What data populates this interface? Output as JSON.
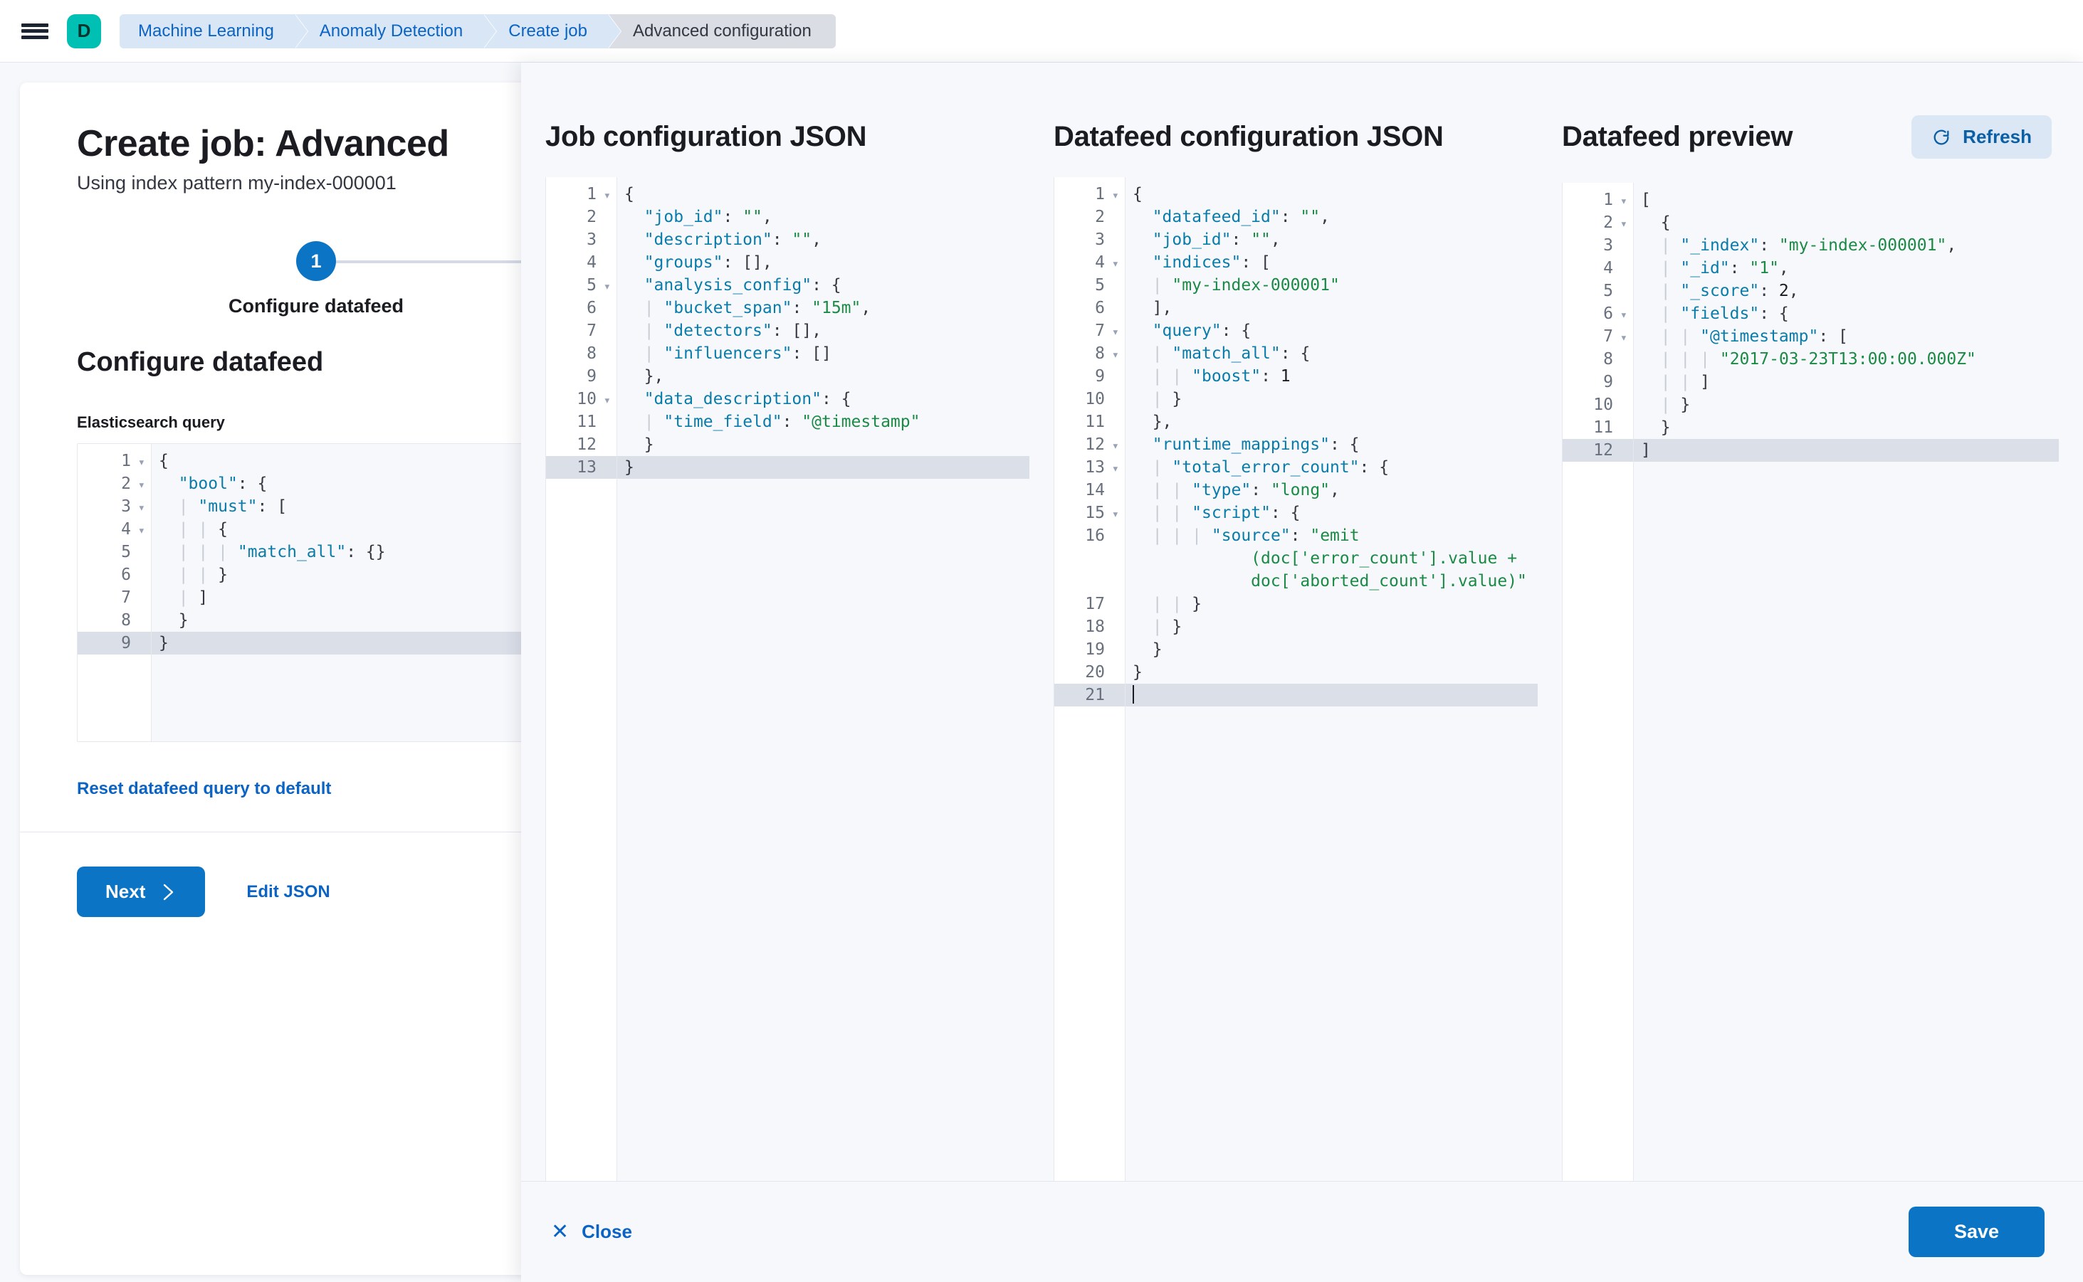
{
  "topbar": {
    "menu_icon": "hamburger-menu-icon",
    "space_avatar": "D",
    "breadcrumbs": [
      {
        "label": "Machine Learning",
        "current": false
      },
      {
        "label": "Anomaly Detection",
        "current": false
      },
      {
        "label": "Create job",
        "current": false
      },
      {
        "label": "Advanced configuration",
        "current": true
      }
    ]
  },
  "wizard": {
    "title": "Create job: Advanced",
    "subtitle": "Using index pattern my-index-000001",
    "step_number": "1",
    "step_label": "Configure datafeed",
    "section_title": "Configure datafeed",
    "query_field_label": "Elasticsearch query",
    "reset_link": "Reset datafeed query to default",
    "next_label": "Next",
    "next_icon": "chevron-right-icon",
    "edit_json_label": "Edit JSON",
    "query_editor": {
      "active_line": 9,
      "lines": [
        {
          "n": "1",
          "fold": true,
          "html": "{"
        },
        {
          "n": "2",
          "fold": true,
          "html": "  <k>\"bool\"</k><p>: {</p>"
        },
        {
          "n": "3",
          "fold": true,
          "html": "  <ind>|</ind> <k>\"must\"</k><p>: [</p>"
        },
        {
          "n": "4",
          "fold": true,
          "html": "  <ind>|</ind> <ind>|</ind> <p>{</p>"
        },
        {
          "n": "5",
          "fold": false,
          "html": "  <ind>|</ind> <ind>|</ind> <ind>|</ind> <k>\"match_all\"</k><p>: {}</p>"
        },
        {
          "n": "6",
          "fold": false,
          "html": "  <ind>|</ind> <ind>|</ind> <p>}</p>"
        },
        {
          "n": "7",
          "fold": false,
          "html": "  <ind>|</ind> <p>]</p>"
        },
        {
          "n": "8",
          "fold": false,
          "html": "  <p>}</p>"
        },
        {
          "n": "9",
          "fold": false,
          "html": "<p>}</p>"
        }
      ]
    }
  },
  "flyout": {
    "job_config": {
      "title": "Job configuration JSON",
      "active_line": 13,
      "lines": [
        {
          "n": "1",
          "fold": true,
          "html": "{"
        },
        {
          "n": "2",
          "fold": false,
          "html": "  <k>\"job_id\"</k><p>: </p><s>\"\"</s><p>,</p>"
        },
        {
          "n": "3",
          "fold": false,
          "html": "  <k>\"description\"</k><p>: </p><s>\"\"</s><p>,</p>"
        },
        {
          "n": "4",
          "fold": false,
          "html": "  <k>\"groups\"</k><p>: []</p><p>,</p>"
        },
        {
          "n": "5",
          "fold": true,
          "html": "  <k>\"analysis_config\"</k><p>: {</p>"
        },
        {
          "n": "6",
          "fold": false,
          "html": "  <ind>|</ind> <k>\"bucket_span\"</k><p>: </p><s>\"15m\"</s><p>,</p>"
        },
        {
          "n": "7",
          "fold": false,
          "html": "  <ind>|</ind> <k>\"detectors\"</k><p>: []</p><p>,</p>"
        },
        {
          "n": "8",
          "fold": false,
          "html": "  <ind>|</ind> <k>\"influencers\"</k><p>: []</p>"
        },
        {
          "n": "9",
          "fold": false,
          "html": "  <p>},</p>"
        },
        {
          "n": "10",
          "fold": true,
          "html": "  <k>\"data_description\"</k><p>: {</p>"
        },
        {
          "n": "11",
          "fold": false,
          "html": "  <ind>|</ind> <k>\"time_field\"</k><p>: </p><s>\"@timestamp\"</s>"
        },
        {
          "n": "12",
          "fold": false,
          "html": "  <p>}</p>"
        },
        {
          "n": "13",
          "fold": false,
          "html": "<p>}</p>"
        }
      ]
    },
    "datafeed_config": {
      "title": "Datafeed configuration JSON",
      "active_line": 21,
      "lines": [
        {
          "n": "1",
          "fold": true,
          "html": "{"
        },
        {
          "n": "2",
          "fold": false,
          "html": "  <k>\"datafeed_id\"</k><p>: </p><s>\"\"</s><p>,</p>"
        },
        {
          "n": "3",
          "fold": false,
          "html": "  <k>\"job_id\"</k><p>: </p><s>\"\"</s><p>,</p>"
        },
        {
          "n": "4",
          "fold": true,
          "html": "  <k>\"indices\"</k><p>: [</p>"
        },
        {
          "n": "5",
          "fold": false,
          "html": "  <ind>|</ind> <s>\"my-index-000001\"</s>"
        },
        {
          "n": "6",
          "fold": false,
          "html": "  <p>],</p>"
        },
        {
          "n": "7",
          "fold": true,
          "html": "  <k>\"query\"</k><p>: {</p>"
        },
        {
          "n": "8",
          "fold": true,
          "html": "  <ind>|</ind> <k>\"match_all\"</k><p>: {</p>"
        },
        {
          "n": "9",
          "fold": false,
          "html": "  <ind>|</ind> <ind>|</ind> <k>\"boost\"</k><p>: </p><n>1</n>"
        },
        {
          "n": "10",
          "fold": false,
          "html": "  <ind>|</ind> <p>}</p>"
        },
        {
          "n": "11",
          "fold": false,
          "html": "  <p>},</p>"
        },
        {
          "n": "12",
          "fold": true,
          "html": "  <k>\"runtime_mappings\"</k><p>: {</p>"
        },
        {
          "n": "13",
          "fold": true,
          "html": "  <ind>|</ind> <k>\"total_error_count\"</k><p>: {</p>"
        },
        {
          "n": "14",
          "fold": false,
          "html": "  <ind>|</ind> <ind>|</ind> <k>\"type\"</k><p>: </p><s>\"long\"</s><p>,</p>"
        },
        {
          "n": "15",
          "fold": true,
          "html": "  <ind>|</ind> <ind>|</ind> <k>\"script\"</k><p>: {</p>"
        },
        {
          "n": "16",
          "fold": false,
          "rows": 3,
          "html": "  <ind>|</ind> <ind>|</ind> <ind>|</ind> <k>\"source\"</k><p>: </p><s>\"emit</s>",
          "wrap": [
            "            <s>(doc['error_count'].value +</s>",
            "            <s>doc['aborted_count'].value)\"</s>"
          ]
        },
        {
          "n": "17",
          "fold": false,
          "html": "  <ind>|</ind> <ind>|</ind> <p>}</p>"
        },
        {
          "n": "18",
          "fold": false,
          "html": "  <ind>|</ind> <p>}</p>"
        },
        {
          "n": "19",
          "fold": false,
          "html": "  <p>}</p>"
        },
        {
          "n": "20",
          "fold": false,
          "html": "<p>}</p>"
        },
        {
          "n": "21",
          "fold": false,
          "html": "<span class='caret'></span>"
        }
      ]
    },
    "datafeed_preview": {
      "title": "Datafeed preview",
      "refresh_label": "Refresh",
      "refresh_icon": "refresh-icon",
      "active_line": 12,
      "lines": [
        {
          "n": "1",
          "fold": true,
          "html": "["
        },
        {
          "n": "2",
          "fold": true,
          "html": "  <p>{</p>"
        },
        {
          "n": "3",
          "fold": false,
          "html": "  <ind>|</ind> <k>\"_index\"</k><p>: </p><s>\"my-index-000001\"</s><p>,</p>"
        },
        {
          "n": "4",
          "fold": false,
          "html": "  <ind>|</ind> <k>\"_id\"</k><p>: </p><s>\"1\"</s><p>,</p>"
        },
        {
          "n": "5",
          "fold": false,
          "html": "  <ind>|</ind> <k>\"_score\"</k><p>: </p><n>2</n><p>,</p>"
        },
        {
          "n": "6",
          "fold": true,
          "html": "  <ind>|</ind> <k>\"fields\"</k><p>: {</p>"
        },
        {
          "n": "7",
          "fold": true,
          "html": "  <ind>|</ind> <ind>|</ind> <k>\"@timestamp\"</k><p>: [</p>"
        },
        {
          "n": "8",
          "fold": false,
          "html": "  <ind>|</ind> <ind>|</ind> <ind>|</ind> <s>\"2017-03-23T13:00:00.000Z\"</s>"
        },
        {
          "n": "9",
          "fold": false,
          "html": "  <ind>|</ind> <ind>|</ind> <p>]</p>"
        },
        {
          "n": "10",
          "fold": false,
          "html": "  <ind>|</ind> <p>}</p>"
        },
        {
          "n": "11",
          "fold": false,
          "html": "  <p>}</p>"
        },
        {
          "n": "12",
          "fold": false,
          "html": "<p>]</p>"
        }
      ]
    },
    "footer": {
      "close_label": "Close",
      "close_icon": "close-x-icon",
      "save_label": "Save"
    }
  },
  "colors": {
    "accent_blue": "#0b74c4",
    "link_blue": "#0b64c4",
    "space_teal": "#00bfb3",
    "json_key": "#0a7caa",
    "json_string": "#1a8a45",
    "active_line": "#dbdfe8",
    "page_bg": "#f7f8fc"
  }
}
